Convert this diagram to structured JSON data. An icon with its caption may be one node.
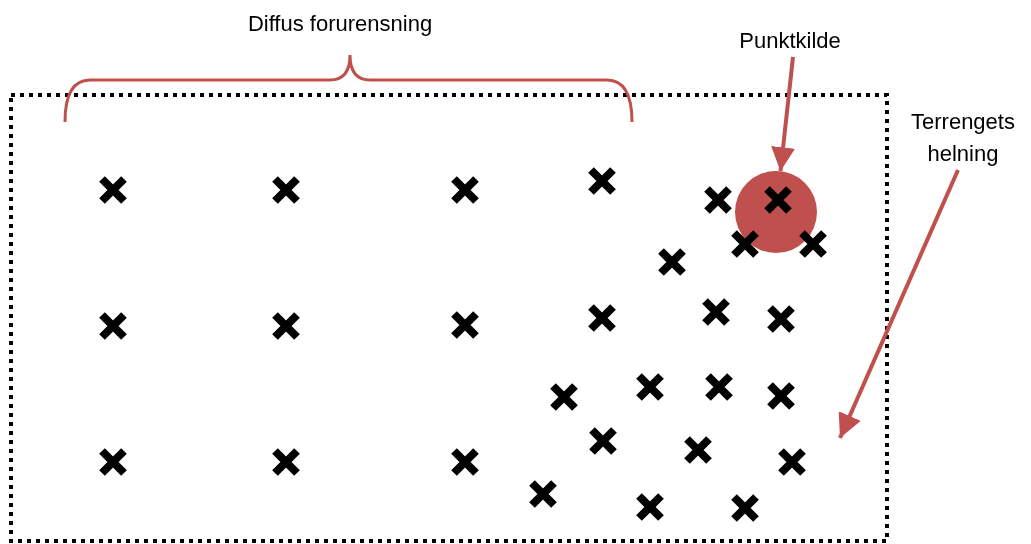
{
  "diagram": {
    "nodes": [
      {
        "text": [
          "Punktkilde"
        ]
      },
      {
        "text": [],
        "shape": "circle"
      },
      {
        "text": [
          "Terrengets helning"
        ]
      }
    ],
    "edges": [
      {
        "from": 0,
        "to": 1,
        "arrow": "to"
      },
      {
        "from": 2,
        "to": null,
        "arrow": "to"
      }
    ],
    "labels": [
      "Diffus forurensning"
    ]
  }
}
